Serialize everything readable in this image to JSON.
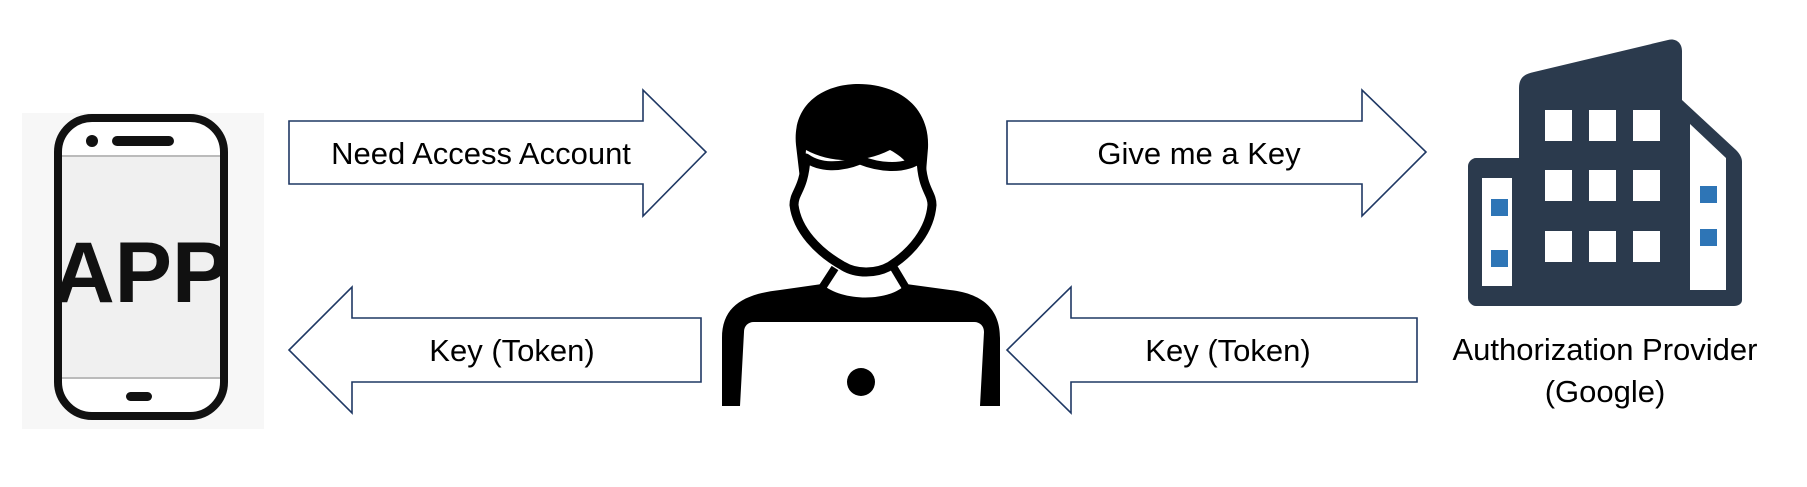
{
  "app_phone": {
    "icon": "smartphone-icon",
    "label": "APP"
  },
  "user": {
    "icon": "user-with-laptop-icon"
  },
  "provider": {
    "icon": "office-building-icon",
    "label_line1": "Authorization Provider",
    "label_line2": "(Google)"
  },
  "arrows": {
    "app_to_user": "Need Access Account",
    "user_to_provider": "Give me a Key",
    "provider_to_user": "Key (Token)",
    "user_to_app": "Key (Token)"
  },
  "colors": {
    "arrow_outline": "#1f3864",
    "building": "#2b3a4d",
    "building_accent": "#2e75b6",
    "phone_screen": "#f2f2f2",
    "ink": "#000000"
  }
}
